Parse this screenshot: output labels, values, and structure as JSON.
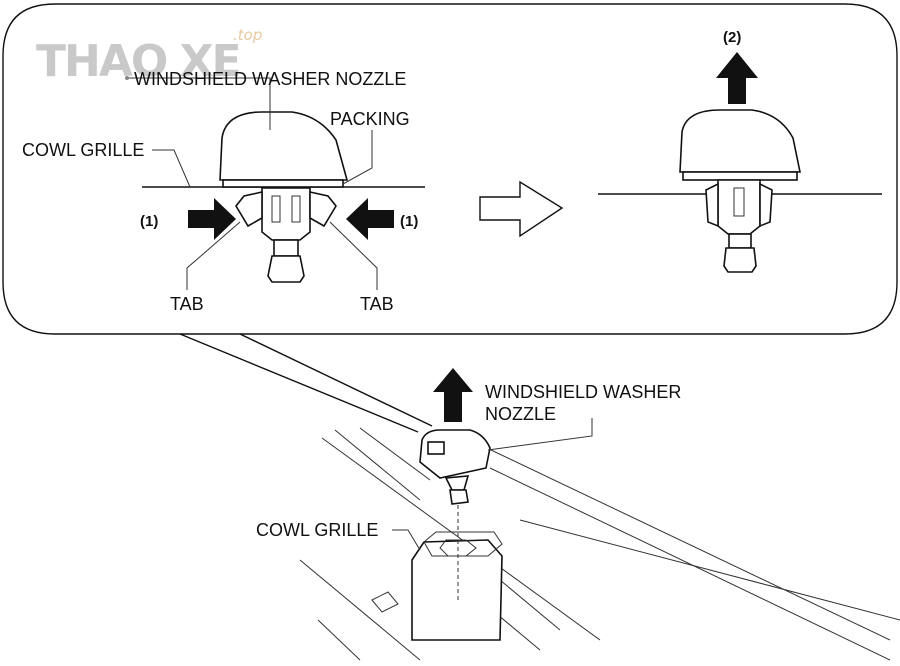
{
  "watermark": {
    "brand": "THAO XE",
    "suffix": ".top"
  },
  "callout": {
    "nozzle_label": "WINDSHIELD WASHER NOZZLE",
    "packing_label": "PACKING",
    "cowl_label": "COWL GRILLE",
    "step1_left": "(1)",
    "step1_right": "(1)",
    "tab_left": "TAB",
    "tab_right": "TAB",
    "step2": "(2)"
  },
  "overview": {
    "nozzle_label_line1": "WINDSHIELD WASHER",
    "nozzle_label_line2": "NOZZLE",
    "cowl_label": "COWL GRILLE"
  }
}
